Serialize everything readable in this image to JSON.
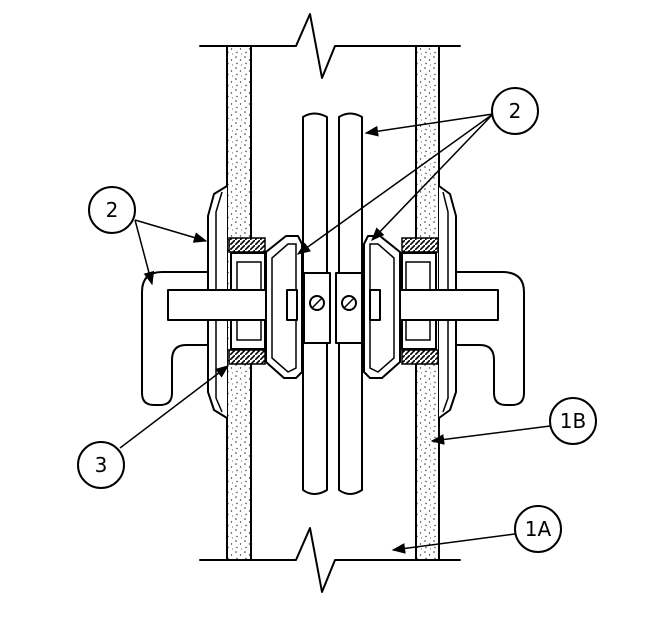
{
  "callouts": {
    "c2_top": "2",
    "c2_left": "2",
    "c3": "3",
    "c1b": "1B",
    "c1a": "1A"
  }
}
